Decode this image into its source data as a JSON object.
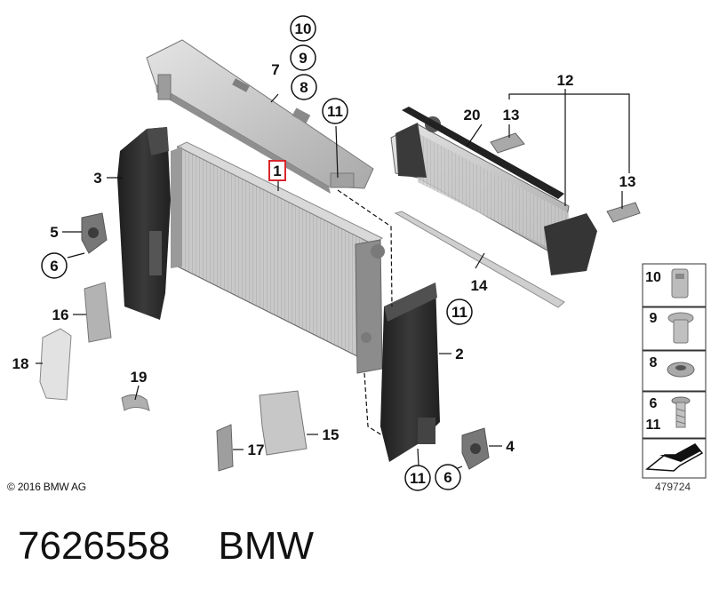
{
  "callouts": {
    "c1": "1",
    "c2": "2",
    "c3": "3",
    "c4": "4",
    "c5": "5",
    "c6a": "6",
    "c6b": "6",
    "c7": "7",
    "c8": "8",
    "c9": "9",
    "c10": "10",
    "c11a": "11",
    "c11b": "11",
    "c11c": "11",
    "c12": "12",
    "c13a": "13",
    "c13b": "13",
    "c14": "14",
    "c15": "15",
    "c16": "16",
    "c17": "17",
    "c18": "18",
    "c19": "19",
    "c20": "20"
  },
  "legend": {
    "l10": "10",
    "l9": "9",
    "l8": "8",
    "l6": "6",
    "l11": "11"
  },
  "copyright": "© 2016 BMW AG",
  "figure_id": "479724",
  "footer": {
    "part_number": "7626558",
    "brand": "BMW"
  },
  "colors": {
    "highlight": "#d8262c",
    "line": "#111111",
    "part": "#bdbdbd",
    "dark_part": "#2b2b2b"
  }
}
